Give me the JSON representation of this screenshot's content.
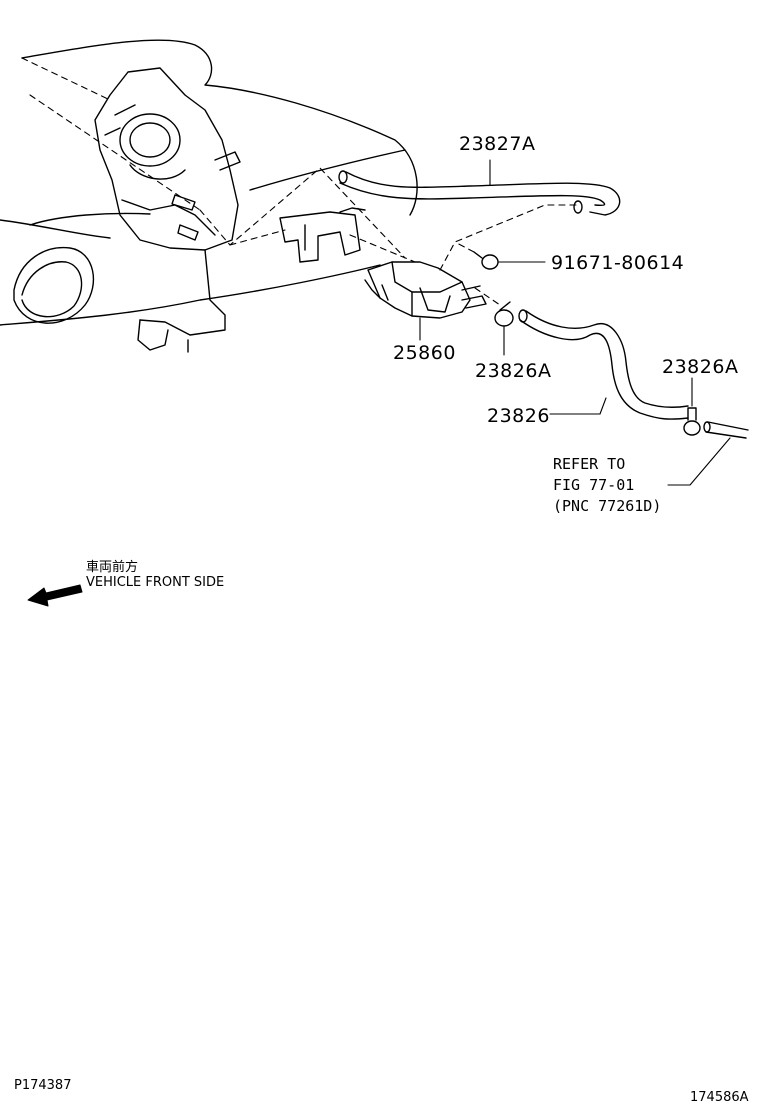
{
  "parts": {
    "p23827a": "23827A",
    "p91671": "91671-80614",
    "p25860": "25860",
    "p23826a_1": "23826A",
    "p23826a_2": "23826A",
    "p23826": "23826"
  },
  "reference": {
    "line1": "REFER TO",
    "line2": "FIG  77-01",
    "line3": "(PNC 77261D)"
  },
  "orientation": {
    "label_jp": "車両前方",
    "label_en": "VEHICLE FRONT SIDE",
    "icon": "arrow-left-icon"
  },
  "codes": {
    "page_code": "P174387",
    "illustration_code": "174586A"
  }
}
